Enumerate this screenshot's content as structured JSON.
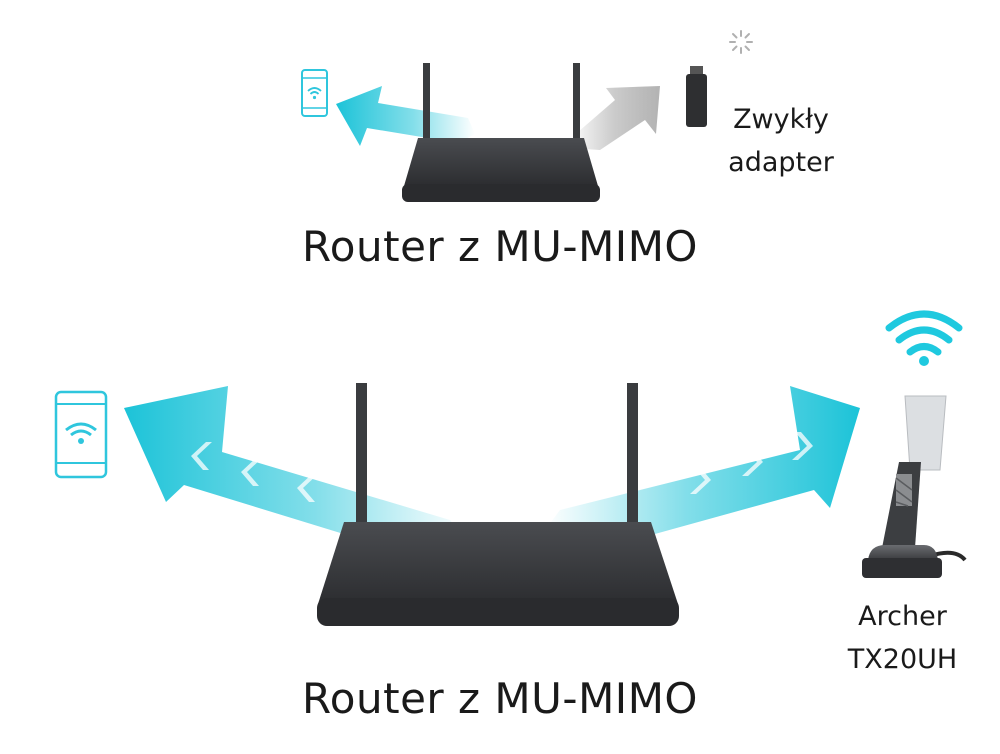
{
  "top_panel": {
    "caption": "Router z MU-MIMO",
    "adapter_label_line1": "Zwykły",
    "adapter_label_line2": "adapter"
  },
  "bottom_panel": {
    "caption": "Router z MU-MIMO",
    "adapter_label_line1": "Archer",
    "adapter_label_line2": "TX20UH"
  },
  "colors": {
    "stream_cyan": "#1cc3d8",
    "stream_gray": "#b9b9b9",
    "router_body": "#3a3c3f",
    "phone_outline": "#2fc6dd",
    "wifi_icon": "#1fc9df"
  },
  "icons": [
    "smartphone-wifi-icon",
    "wifi-signal-icon",
    "usb-adapter-icon",
    "router-icon",
    "loading-spinner-icon"
  ]
}
